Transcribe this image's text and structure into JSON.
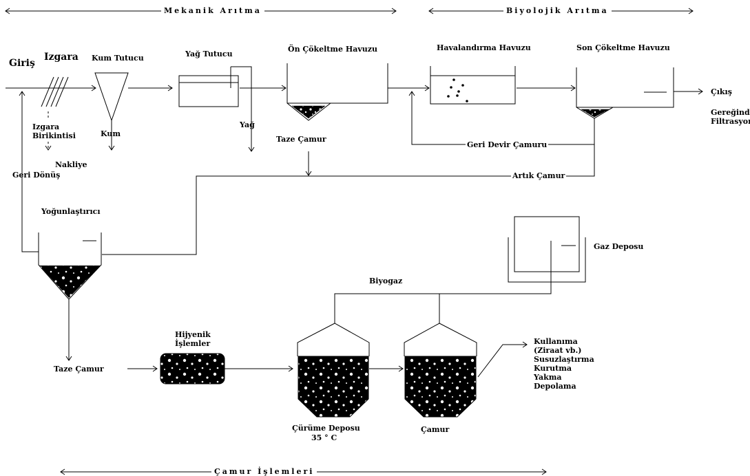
{
  "sections": {
    "mechanical": "Mekanik Arıtma",
    "biological": "Biyolojik Arıtma",
    "sludge": "Çamur İşlemleri"
  },
  "labels": {
    "inlet": "Giriş",
    "screen": "Izgara",
    "screenings_1": "Izgara",
    "screenings_2": "Birikintisi",
    "transport": "Nakliye",
    "return": "Geri Dönüş",
    "grit_chamber": "Kum Tutucu",
    "grit": "Kum",
    "grease_trap": "Yağ Tutucu",
    "grease": "Yağ",
    "primary_clarifier": "Ön Çökeltme Havuzu",
    "fresh_sludge_top": "Taze Çamur",
    "aeration_tank": "Havalandırma Havuzu",
    "return_sludge": "Geri Devir Çamuru",
    "secondary_clarifier": "Son Çökeltme Havuzu",
    "outlet": "Çıkış",
    "filtration_1": "Gereğinde",
    "filtration_2": "Filtrasyon",
    "excess_sludge": "Artık Çamur",
    "thickener": "Yoğunlaştırıcı",
    "gas_storage": "Gaz Deposu",
    "biogas": "Biyogaz",
    "hygienic_1": "Hijyenik",
    "hygienic_2": "İşlemler",
    "fresh_sludge_bottom": "Taze Çamur",
    "digester_1": "Çürüme Deposu",
    "digester_2": "35 ° C",
    "sludge_tank": "Çamur"
  },
  "disposal_options": [
    "Kullanıma",
    "(Ziraat vb.)",
    "Susuzlaştırma",
    "Kurutma",
    "Yakma",
    "Depolama"
  ]
}
